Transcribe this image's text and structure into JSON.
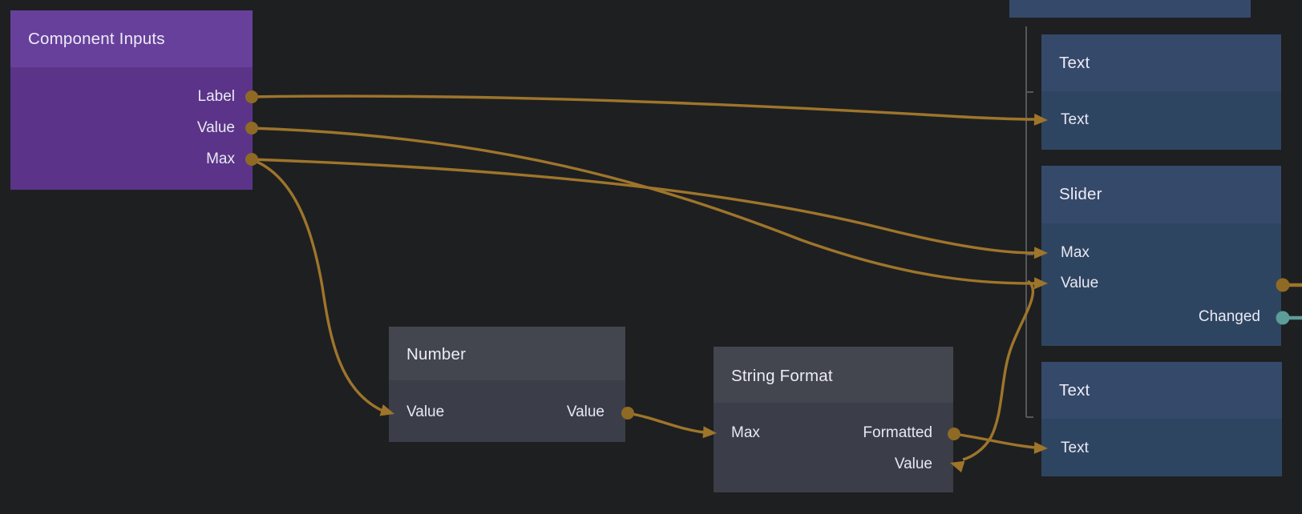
{
  "editor": {
    "kind": "node-graph-editor",
    "background_color": "#1e1f21",
    "wire_color": "#9e752b",
    "port_dot_color": "#8f6a25",
    "event_port_color": "#5c9d97",
    "guide_line_color": "#57575a",
    "node_palettes": {
      "purple": {
        "header": "#67409c",
        "body": "#5b3489"
      },
      "dark": {
        "header": "#43454f",
        "body": "#3b3e49"
      },
      "blue": {
        "header": "#35496a",
        "body": "#2e4562"
      }
    }
  },
  "nodes": [
    {
      "id": "component-inputs",
      "title": "Component Inputs",
      "palette": "purple",
      "outputs": [
        {
          "label": "Label"
        },
        {
          "label": "Value"
        },
        {
          "label": "Max"
        }
      ]
    },
    {
      "id": "number",
      "title": "Number",
      "palette": "dark",
      "inputs": [
        {
          "label": "Value"
        }
      ],
      "outputs": [
        {
          "label": "Value"
        }
      ]
    },
    {
      "id": "string-format",
      "title": "String Format",
      "palette": "dark",
      "inputs": [
        {
          "label": "Max"
        },
        {
          "label": "Value",
          "side": "right"
        }
      ],
      "outputs": [
        {
          "label": "Formatted"
        }
      ]
    },
    {
      "id": "text-top",
      "title": "Text",
      "palette": "blue",
      "inputs": [
        {
          "label": "Text"
        }
      ]
    },
    {
      "id": "slider",
      "title": "Slider",
      "palette": "blue",
      "inputs": [
        {
          "label": "Max"
        },
        {
          "label": "Value"
        }
      ],
      "outputs": [
        {
          "label": "",
          "type": "number"
        },
        {
          "label": "Changed",
          "type": "event"
        }
      ]
    },
    {
      "id": "text-bottom",
      "title": "Text",
      "palette": "blue",
      "inputs": [
        {
          "label": "Text"
        }
      ]
    },
    {
      "id": "offscreen-top",
      "title": "",
      "palette": "blue",
      "note": "partially visible node header at top edge of canvas"
    }
  ],
  "connections": [
    {
      "from": "component-inputs.Label",
      "to": "text-top.Text"
    },
    {
      "from": "component-inputs.Value",
      "to": "slider.Value"
    },
    {
      "from": "component-inputs.Value",
      "to": "string-format.Value"
    },
    {
      "from": "component-inputs.Max",
      "to": "slider.Max"
    },
    {
      "from": "component-inputs.Max",
      "to": "number.Value"
    },
    {
      "from": "number.Value",
      "to": "string-format.Max"
    },
    {
      "from": "string-format.Formatted",
      "to": "text-bottom.Text"
    },
    {
      "from": "slider.value-output",
      "to": "offscreen-right"
    },
    {
      "from": "slider.Changed",
      "to": "offscreen-right"
    }
  ]
}
